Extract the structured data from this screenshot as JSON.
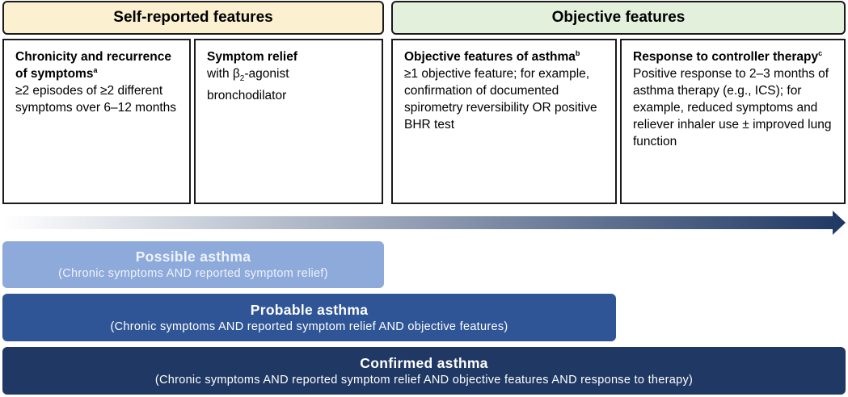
{
  "headers": {
    "self_reported": "Self-reported features",
    "objective": "Objective features"
  },
  "cards": [
    {
      "title": "Chronicity and recurrence of symptoms",
      "sup": "a",
      "body": "≥2 episodes of ≥2 different symptoms over 6–12 months"
    },
    {
      "title": "Symptom relief",
      "body_prefix": "with β",
      "body_sub": "2",
      "body_suffix": "-agonist bronchodilator"
    },
    {
      "title": "Objective features of asthma",
      "sup": "b",
      "body": "≥1 objective feature; for example, confirmation of documented spirometry reversibility OR positive BHR test"
    },
    {
      "title": "Response to controller therapy",
      "sup": "c",
      "body": "Positive response to 2–3 months of asthma therapy (e.g., ICS); for example, reduced symptoms and reliever inhaler use ± improved lung function"
    }
  ],
  "arrow": {
    "gradient_start": "#ffffff",
    "gradient_end": "#1f3864"
  },
  "bars": {
    "possible": {
      "title": "Possible asthma",
      "subtitle": "(Chronic symptoms AND reported symptom relief)"
    },
    "probable": {
      "title": "Probable asthma",
      "subtitle": "(Chronic symptoms AND reported symptom relief AND objective features)"
    },
    "confirmed": {
      "title": "Confirmed asthma",
      "subtitle": "(Chronic symptoms AND reported symptom relief AND objective features AND response to therapy)"
    }
  },
  "colors": {
    "self_header_bg": "#fbf0cf",
    "objective_header_bg": "#e3f0dc",
    "possible": "#8eaadb",
    "probable": "#2f5597",
    "confirmed": "#203864"
  }
}
